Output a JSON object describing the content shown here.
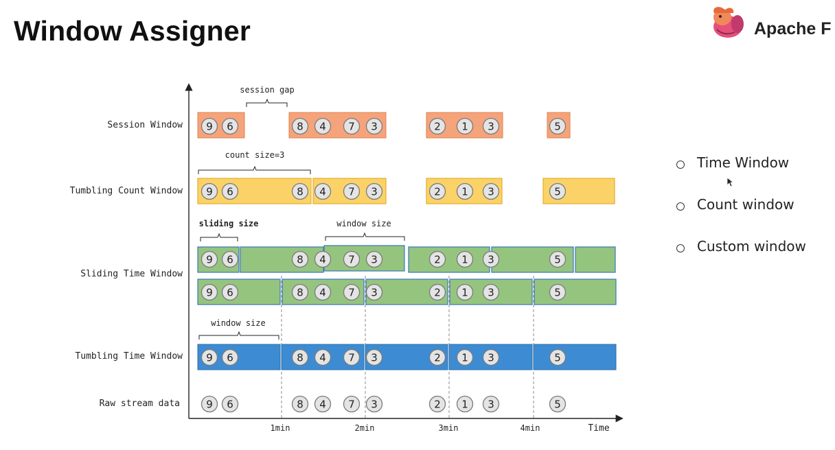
{
  "slide": {
    "title": "Window Assigner"
  },
  "brand": {
    "text": "Apache F",
    "logo_icon": "flink-squirrel-icon"
  },
  "bullets": [
    "Time Window",
    "Count window",
    "Custom window"
  ],
  "diagram": {
    "rows": [
      {
        "id": "session",
        "label": "Session Window"
      },
      {
        "id": "count",
        "label": "Tumbling Count Window"
      },
      {
        "id": "sliding",
        "label": "Sliding Time Window"
      },
      {
        "id": "tumbling",
        "label": "Tumbling Time Window"
      },
      {
        "id": "raw",
        "label": "Raw stream data"
      }
    ],
    "annotations": {
      "session_gap": "session gap",
      "count_size": "count size=3",
      "sliding_size": "sliding size",
      "window_size_sliding": "window size",
      "window_size_tumbling": "window size"
    },
    "ticks": [
      "1min",
      "2min",
      "3min",
      "4min"
    ],
    "x_axis_label": "Time",
    "events": [
      9,
      6,
      8,
      4,
      7,
      3,
      2,
      1,
      3,
      5
    ],
    "colors": {
      "session": "#f5a37a",
      "session_stroke": "#e0804f",
      "count": "#fbd267",
      "count_stroke": "#e4ad2c",
      "sliding": "#95c47f",
      "sliding_stroke": "#3a78b8",
      "tumbling": "#3d8cd3",
      "tumbling_stroke": "#2f6ea6",
      "circle_fill": "#e4e4e4",
      "circle_stroke": "#7a7a7a"
    }
  }
}
